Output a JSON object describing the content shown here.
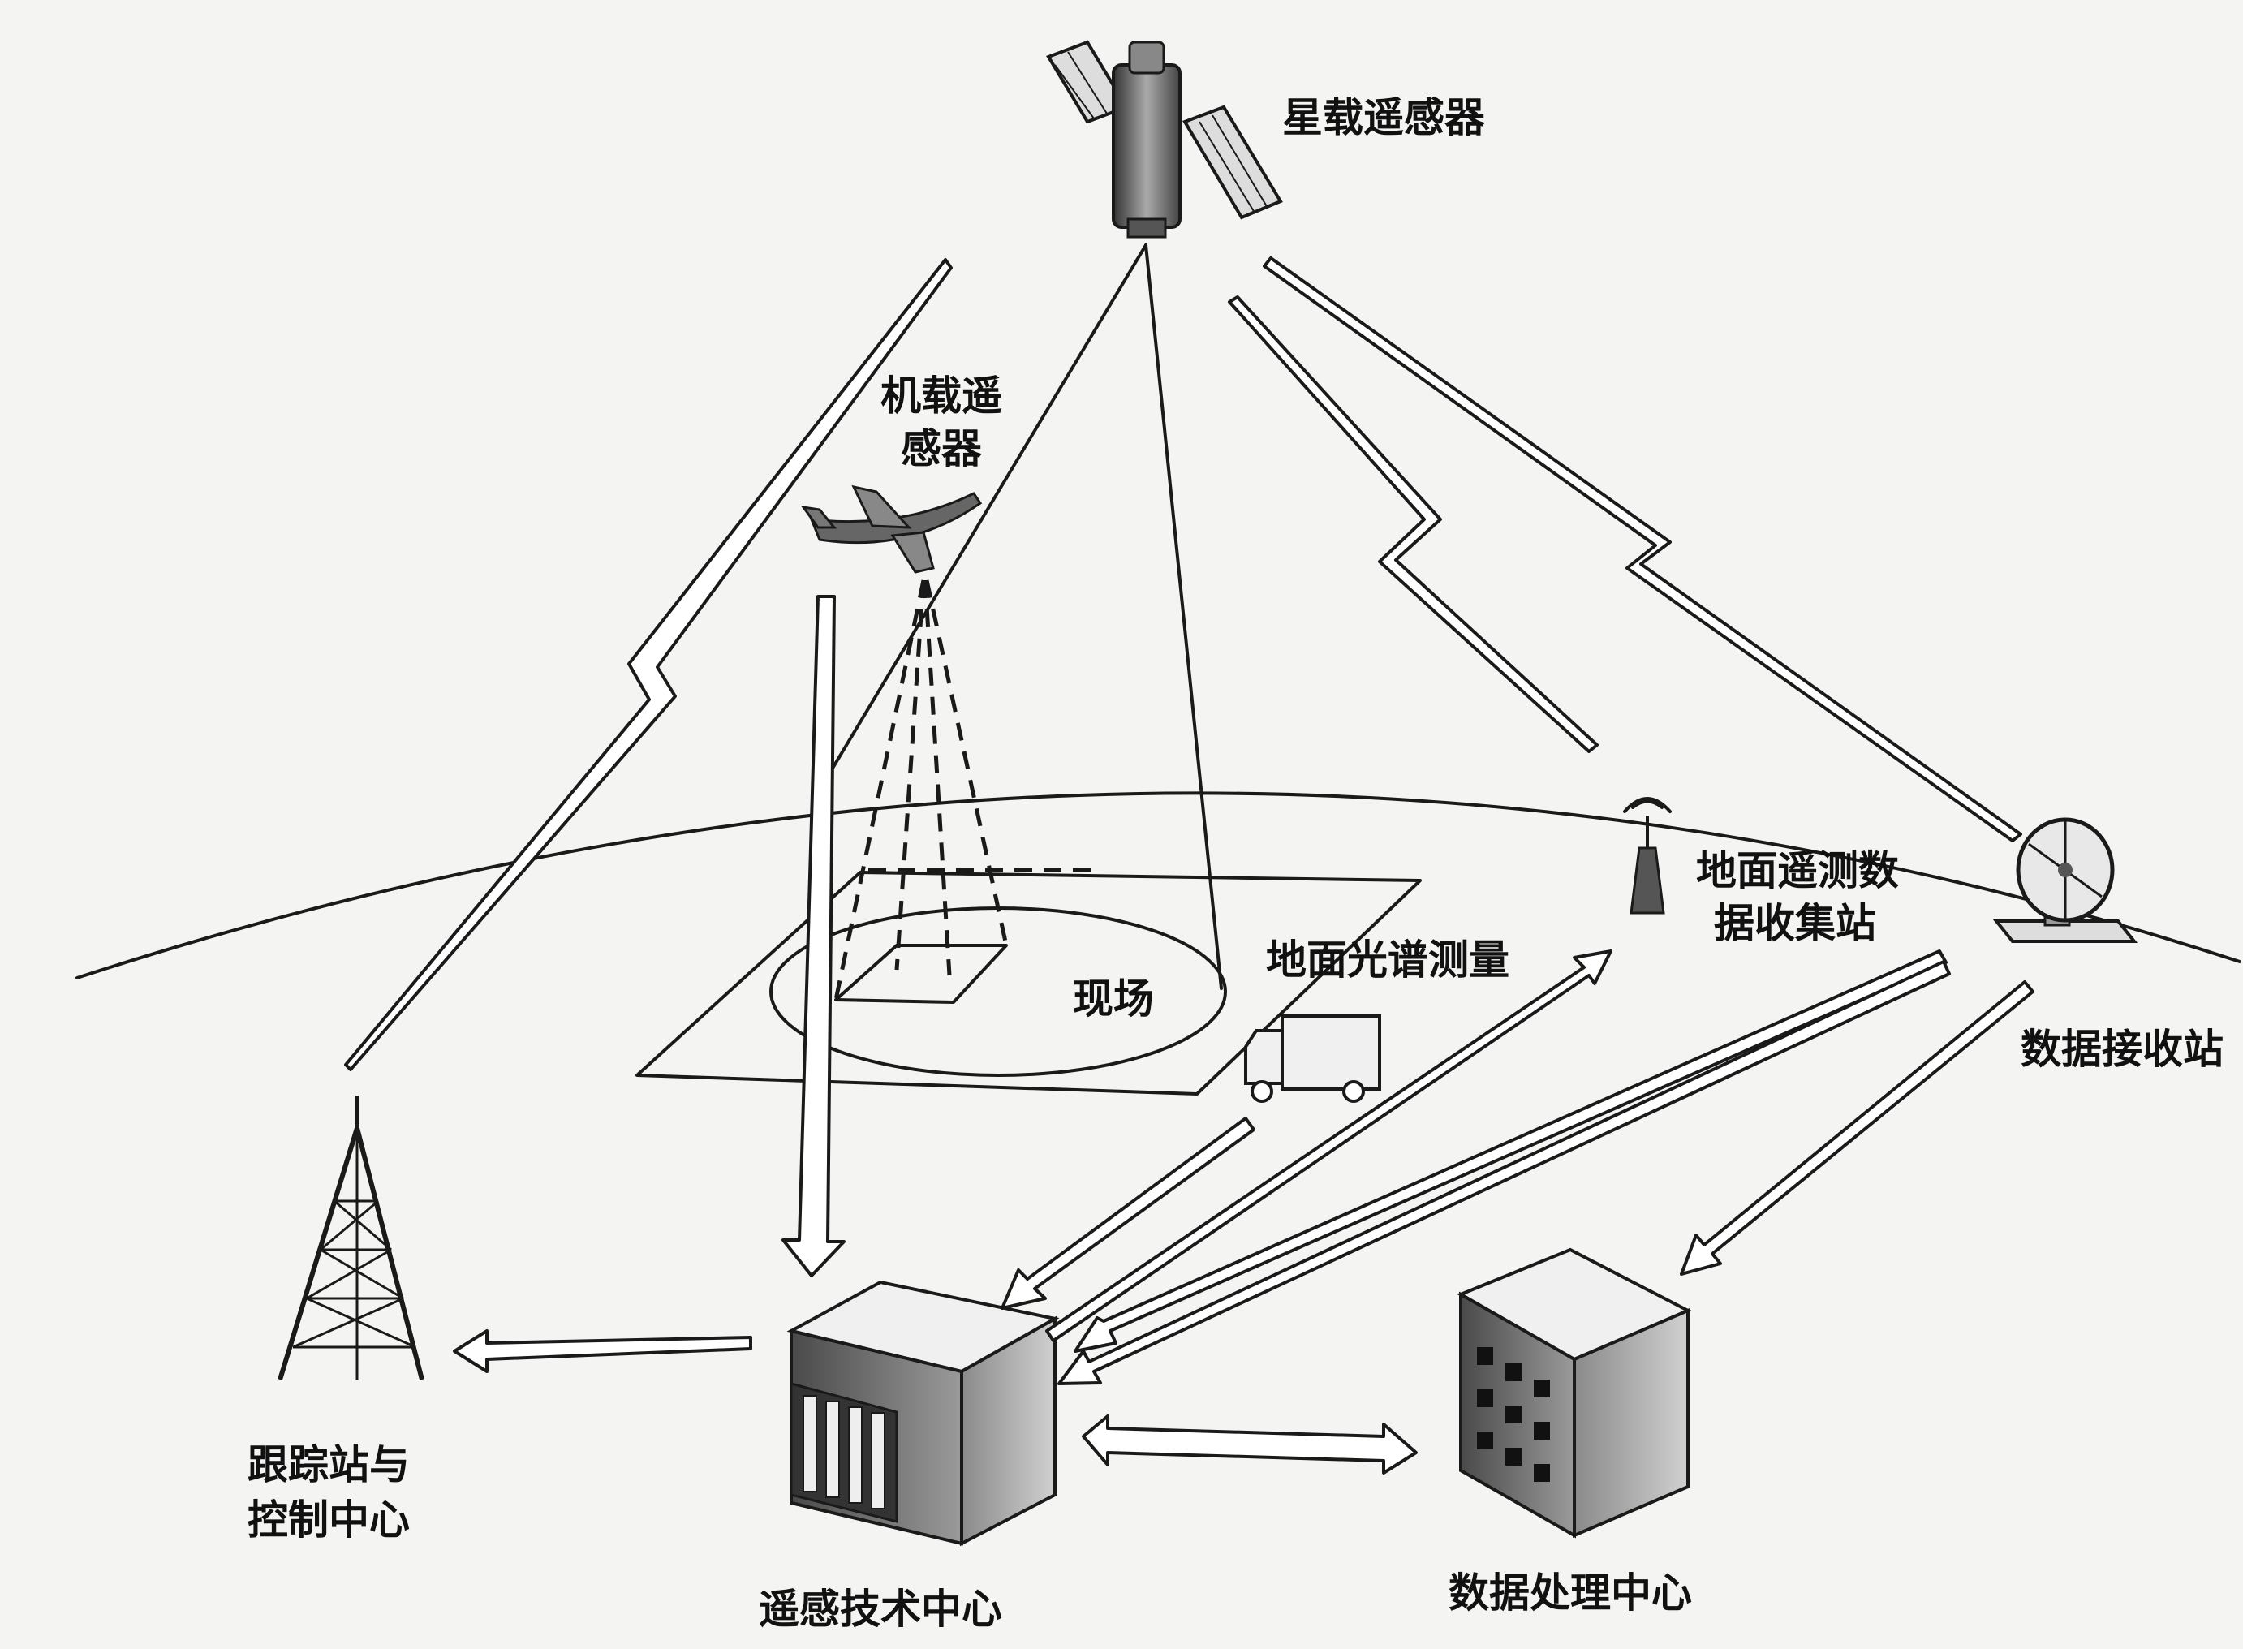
{
  "labels": {
    "satellite": "星载遥感器",
    "airborne_line1": "机载遥",
    "airborne_line2": "感器",
    "field_site": "现场",
    "ground_spectral": "地面光谱测量",
    "telemetry_line1": "地面遥测数",
    "telemetry_line2": "据收集站",
    "receiving_station": "数据接收站",
    "tracking_line1": "跟踪站与",
    "tracking_line2": "控制中心",
    "tech_center": "遥感技术中心",
    "processing_center": "数据处理中心"
  },
  "colors": {
    "background": "#f4f4f2",
    "ink": "#1a1a1a",
    "building_gray": "#8a8a8a"
  },
  "icons": [
    "satellite-icon",
    "airplane-icon",
    "truck-icon",
    "telemetry-antenna-icon",
    "satellite-dish-icon",
    "radio-tower-icon",
    "tech-center-building-icon",
    "data-processing-building-icon"
  ]
}
